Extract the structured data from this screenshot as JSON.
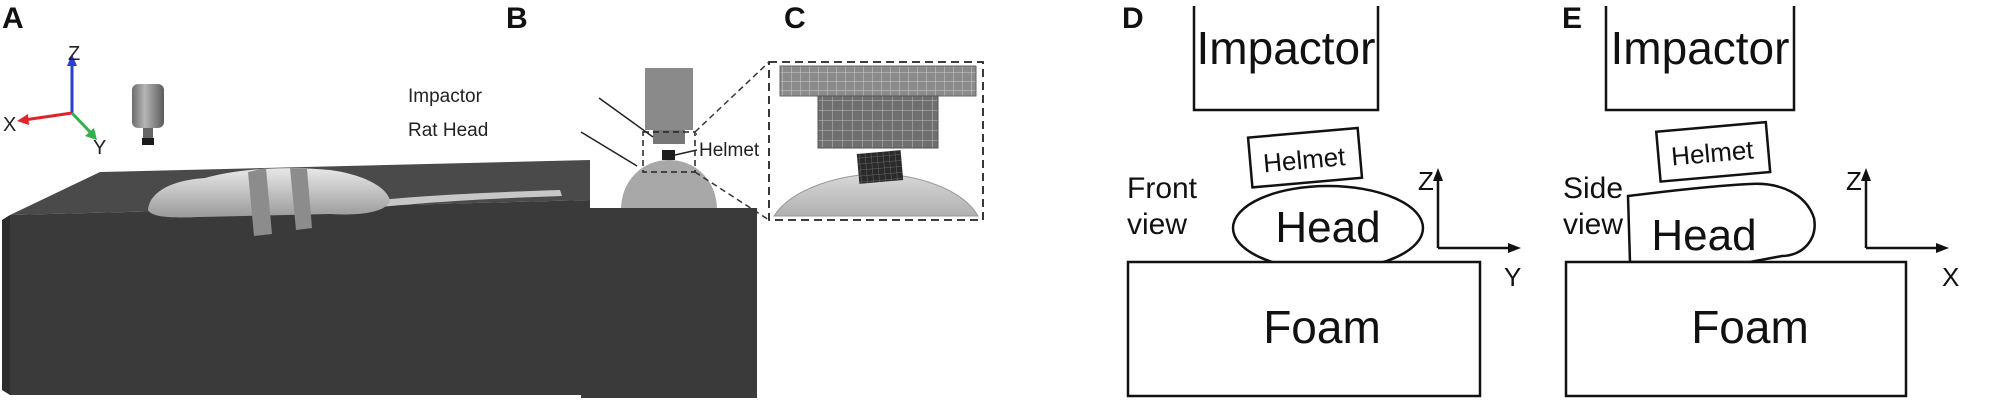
{
  "panels": {
    "a": {
      "label": "A",
      "axis_labels": {
        "z": "Z",
        "x": "X",
        "y": "Y"
      },
      "colors": {
        "z_axis": "#2a3fd6",
        "x_axis": "#e0242a",
        "y_axis": "#2fb24a",
        "box": "#3a3a3a"
      }
    },
    "b": {
      "label": "B",
      "impactor_label": "Impactor",
      "rat_head_label": "Rat Head",
      "helmet_label": "Helmet"
    },
    "c": {
      "label": "C"
    },
    "d": {
      "label": "D",
      "impactor": "Impactor",
      "helmet": "Helmet",
      "head": "Head",
      "foam": "Foam",
      "view_line1": "Front",
      "view_line2": "view",
      "axis_vertical": "Z",
      "axis_horizontal": "Y"
    },
    "e": {
      "label": "E",
      "impactor": "Impactor",
      "helmet": "Helmet",
      "head": "Head",
      "foam": "Foam",
      "view_line1": "Side",
      "view_line2": "view",
      "axis_vertical": "Z",
      "axis_horizontal": "X"
    }
  }
}
